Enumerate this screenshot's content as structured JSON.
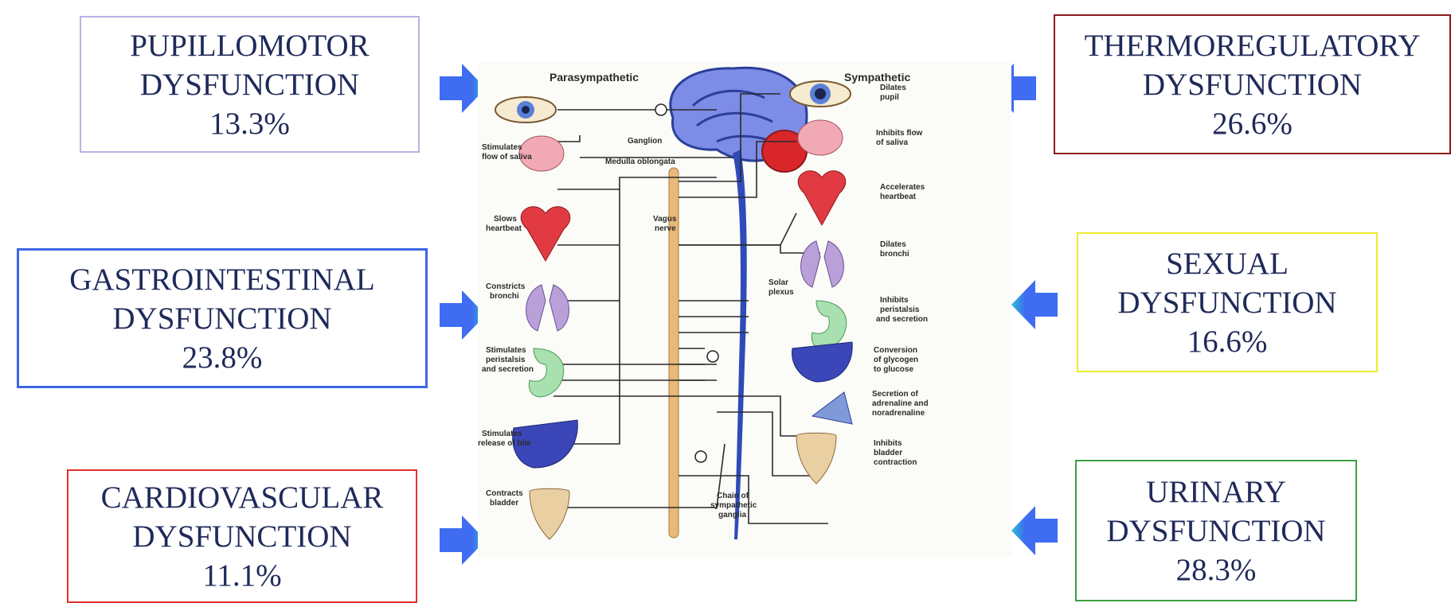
{
  "boxes": {
    "pupillomotor": {
      "line1": "PUPILLOMOTOR",
      "line2": "DYSFUNCTION",
      "value": "13.3%"
    },
    "gastrointestinal": {
      "line1": "GASTROINTESTINAL",
      "line2": "DYSFUNCTION",
      "value": "23.8%"
    },
    "cardiovascular": {
      "line1": "CARDIOVASCULAR",
      "line2": "DYSFUNCTION",
      "value": "11.1%"
    },
    "thermoregulatory": {
      "line1": "THERMOREGULATORY",
      "line2": "DYSFUNCTION",
      "value": "26.6%"
    },
    "sexual": {
      "line1": "SEXUAL",
      "line2": "DYSFUNCTION",
      "value": "16.6%"
    },
    "urinary": {
      "line1": "URINARY",
      "line2": "DYSFUNCTION",
      "value": "28.3%"
    }
  },
  "diagram": {
    "parasympathetic": "Parasympathetic",
    "sympathetic": "Sympathetic",
    "ganglion": "Ganglion",
    "medulla": "Medulla oblongata",
    "vagus_1": "Vagus",
    "vagus_2": "nerve",
    "solar_1": "Solar",
    "solar_2": "plexus",
    "chain_1": "Chain of",
    "chain_2": "sympathetic",
    "chain_3": "ganglia",
    "left_labels": [
      {
        "l1": "Stimulates",
        "l2": "flow of saliva"
      },
      {
        "l1": "Slows",
        "l2": "heartbeat"
      },
      {
        "l1": "Constricts",
        "l2": "bronchi"
      },
      {
        "l1": "Stimulates",
        "l2": "peristalsis",
        "l3": "and secretion"
      },
      {
        "l1": "Stimulates",
        "l2": "release of bile"
      },
      {
        "l1": "Contracts",
        "l2": "bladder"
      }
    ],
    "right_labels": [
      {
        "l1": "Dilates",
        "l2": "pupil"
      },
      {
        "l1": "Inhibits flow",
        "l2": "of saliva"
      },
      {
        "l1": "Accelerates",
        "l2": "heartbeat"
      },
      {
        "l1": "Dilates",
        "l2": "bronchi"
      },
      {
        "l1": "Inhibits",
        "l2": "peristalsis",
        "l3": "and secretion"
      },
      {
        "l1": "Conversion",
        "l2": "of glycogen",
        "l3": "to glucose"
      },
      {
        "l1": "Secretion of",
        "l2": "adrenaline and",
        "l3": "noradrenaline"
      },
      {
        "l1": "Inhibits",
        "l2": "bladder",
        "l3": "contraction"
      }
    ]
  },
  "colors": {
    "arrow": "#3f6cf0",
    "arrow_tip": "#2bbfd6",
    "text": "#1f2a5a"
  }
}
